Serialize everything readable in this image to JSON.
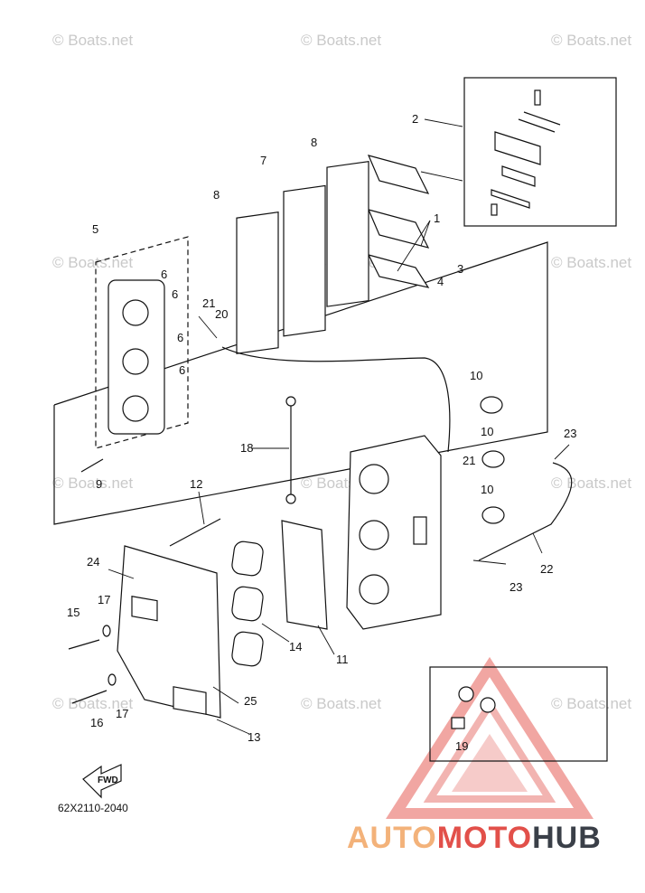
{
  "watermark": "© Boats.net",
  "diagram_code": "62X2110-2040",
  "fwd_label": "FWD",
  "brand": {
    "part1": "AUTO",
    "part2": "MOTO",
    "part3": "HUB",
    "color_light": "#f3b27a",
    "color_red": "#e2504a",
    "color_dark": "#3a3f48"
  },
  "callouts": [
    "1",
    "2",
    "3",
    "4",
    "5",
    "6",
    "6",
    "6",
    "6",
    "7",
    "8",
    "8",
    "9",
    "10",
    "10",
    "10",
    "11",
    "12",
    "13",
    "14",
    "15",
    "16",
    "17",
    "17",
    "18",
    "19",
    "20",
    "21",
    "21",
    "22",
    "23",
    "23",
    "24",
    "25"
  ]
}
